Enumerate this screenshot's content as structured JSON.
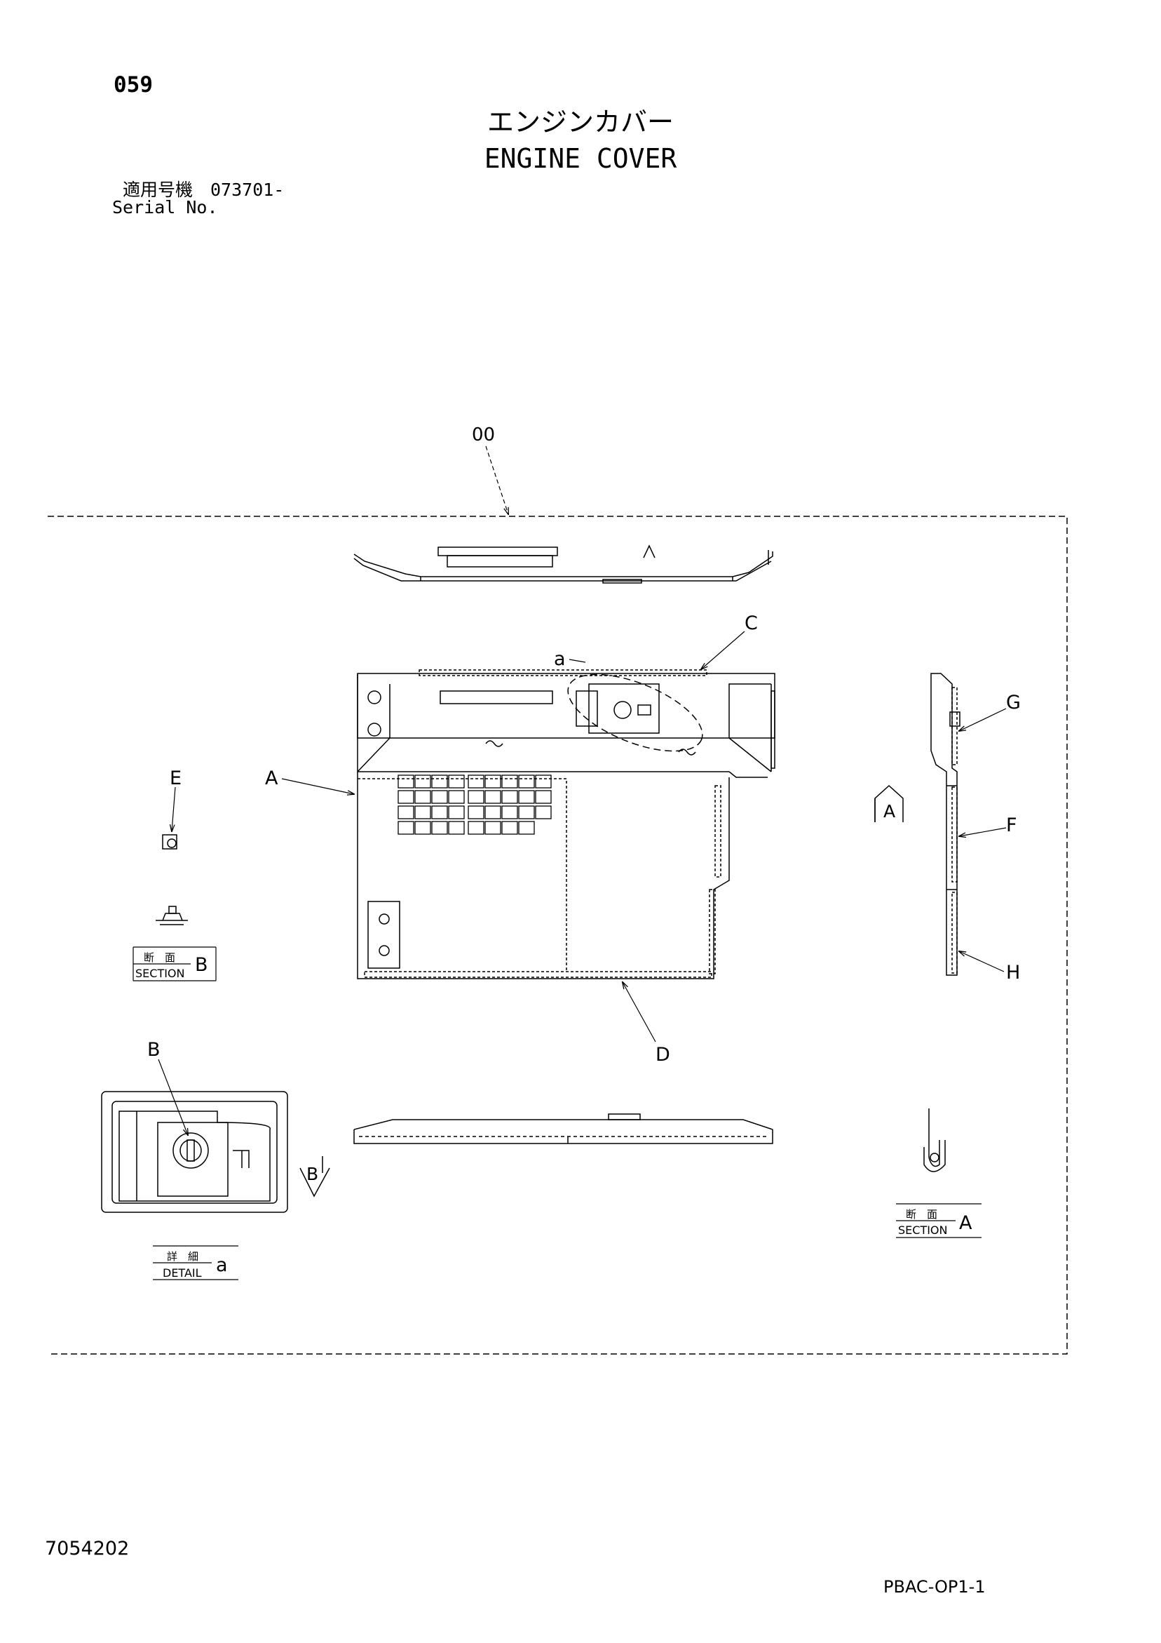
{
  "header": {
    "page_number": "059",
    "title_ja": "エンジンカバー",
    "title_en": "ENGINE COVER",
    "serial_ja": "適用号機　073701-",
    "serial_en": "Serial No."
  },
  "callouts": {
    "assembly": "00",
    "a_detail": "a",
    "A": "A",
    "B": "B",
    "C": "C",
    "D": "D",
    "E": "E",
    "F": "F",
    "G": "G",
    "H": "H",
    "view_A": "A",
    "view_B": "B"
  },
  "labels": {
    "section_b": {
      "ja": "断　面",
      "en": "SECTION",
      "ref": "B"
    },
    "detail_a": {
      "ja": "詳　細",
      "en": "DETAIL",
      "ref": "a"
    },
    "section_a": {
      "ja": "断　面",
      "en": "SECTION",
      "ref": "A"
    }
  },
  "footer": {
    "doc_code": "7054202",
    "plate_code": "PBAC-OP1-1"
  }
}
